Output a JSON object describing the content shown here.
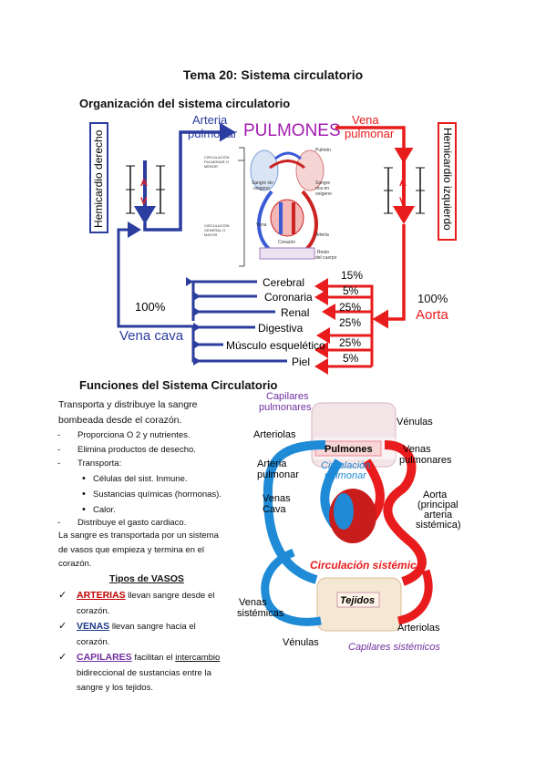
{
  "title": "Tema 20: Sistema circulatorio",
  "section1": {
    "heading": "Organización del sistema circulatorio",
    "arteria_pulmonar": [
      "Arteria",
      "pulmonar"
    ],
    "vena_pulmonar": [
      "Vena",
      "pulmonar"
    ],
    "pulmones": "PULMONES",
    "hemicardio_derecho": "Hemicardio derecho",
    "hemicardio_izquierdo": "Hemicardio izquierdo",
    "valve_a": "A",
    "valve_v": "V",
    "vena_cava_pct": "100%",
    "vena_cava": "Vena cava",
    "aorta_pct": "100%",
    "aorta": "Aorta",
    "organs": [
      {
        "name": "Cerebral",
        "pct": "15%"
      },
      {
        "name": "Coronaria",
        "pct": "5%"
      },
      {
        "name": "Renal",
        "pct": "25%"
      },
      {
        "name": "Digestiva",
        "pct": "25%"
      },
      {
        "name": "Músculo esquelético",
        "pct": "25%"
      },
      {
        "name": "Piel",
        "pct": "5%"
      }
    ],
    "inset": {
      "pulmon": "Pulmón",
      "circ_pulmonar": [
        "CIRCULACIÓN",
        "PULMONAR O",
        "MENOR"
      ],
      "sangre_sin": [
        "Sangre sin",
        "oxígeno"
      ],
      "sangre_rica": [
        "Sangre",
        "rica en",
        "oxígeno"
      ],
      "circ_general": [
        "CIRCULACIÓN",
        "GENERAL O",
        "MAYOR"
      ],
      "vena": "Vena",
      "corazon": "Corazón",
      "arteria": "Arteria",
      "resto": [
        "Resto",
        "del cuerpo"
      ]
    }
  },
  "section2": {
    "heading": "Funciones del Sistema Circulatorio",
    "intro": [
      "Transporta y distribuye la sangre",
      "bombeada desde el corazón."
    ],
    "items": [
      "Proporciona O 2 y nutrientes.",
      "Elimina productos de desecho.",
      "Transporta:"
    ],
    "transport": [
      "Células del sist. Inmune.",
      "Sustancias químicas (hormonas).",
      "Calor."
    ],
    "gasto": "Distribuye el gasto cardiaco.",
    "para": [
      "La sangre es transportada por un sistema",
      "de vasos que empieza y termina en el",
      "corazón."
    ],
    "vasos_heading": "Tipos de VASOS",
    "arterias_kw": "ARTERIAS",
    "arterias_txt": [
      " llevan sangre desde el",
      "corazón."
    ],
    "venas_kw": "VENAS",
    "venas_txt": [
      " llevan sangre hacia el",
      "corazón."
    ],
    "capilares_kw": "CAPILARES",
    "capilares_txt1": " facilitan el ",
    "capilares_ul": "intercambio",
    "capilares_txt": [
      "bidireccional de sustancias entre la",
      "sangre y los tejidos."
    ],
    "checkmark": "✓"
  },
  "diagram2": {
    "capilares_pulmonares": [
      "Capilares",
      "pulmonares"
    ],
    "arteriolas_top": "Arteriolas",
    "venulas_top": "Vénulas",
    "pulmones": "Pulmones",
    "arteria_pulmonar": [
      "Arteria",
      "pulmonar"
    ],
    "circulacion_pulmonar": [
      "Circulación",
      "pulmonar"
    ],
    "venas_pulmonares": [
      "Venas",
      "pulmonares"
    ],
    "venas_cava": [
      "Venas",
      "Cava"
    ],
    "aorta": [
      "Aorta",
      "(principal",
      "arteria",
      "sistémica)"
    ],
    "circulacion_sistemica": "Circulación sistémica",
    "venas_sistemicas": [
      "Venas",
      "sistémicas"
    ],
    "tejidos": "Tejidos",
    "arteriolas_bottom": "Arteriolas",
    "venulas_bottom": "Vénulas",
    "capilares_sistemicos": "Capilares sistémicos"
  },
  "colors": {
    "red": "#e81c1c",
    "blue": "#2b3d9e",
    "purple": "#a21caf",
    "brightblue": "#1f8ad6"
  }
}
